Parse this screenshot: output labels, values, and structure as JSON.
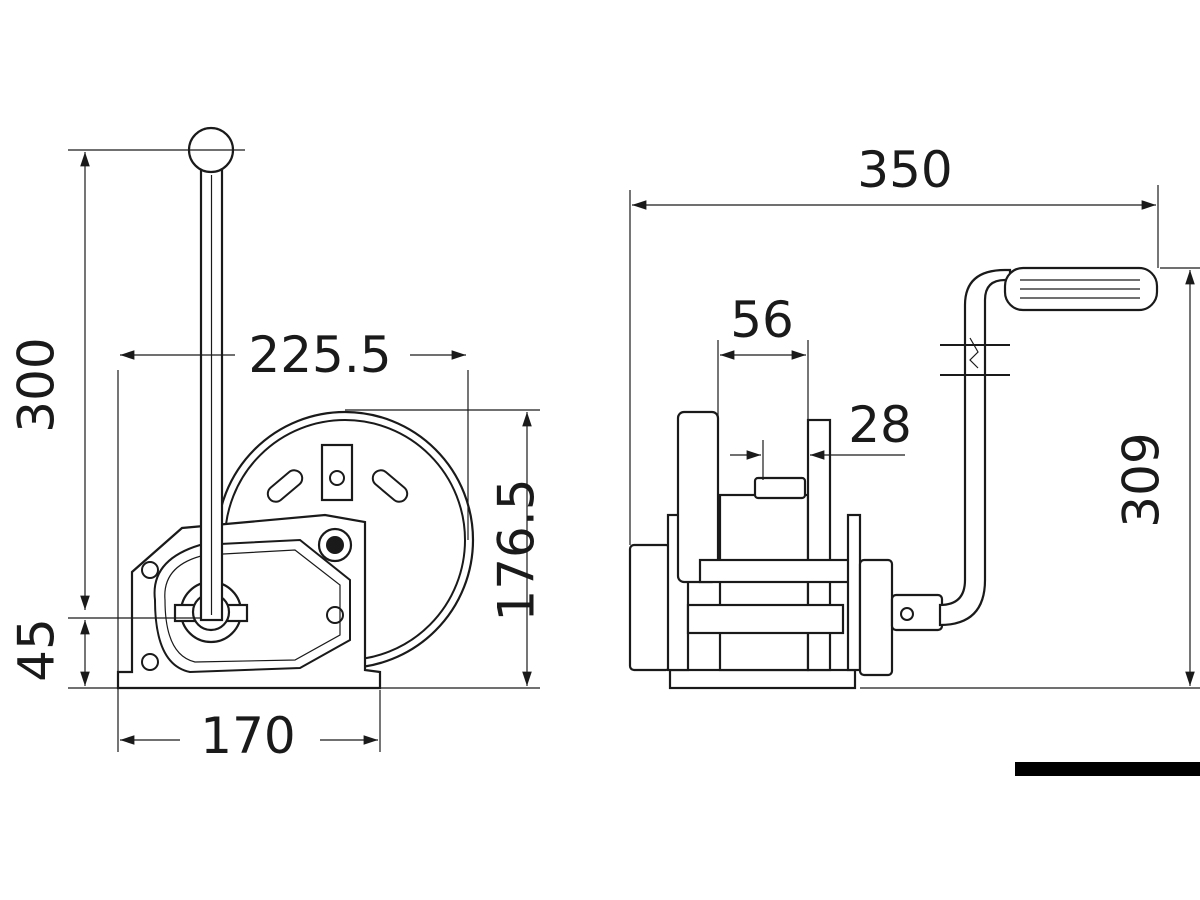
{
  "drawing": {
    "title": "Manual winch dimension drawing",
    "side_view": {
      "dimensions": {
        "height_total": "300",
        "width_drum": "225.5",
        "height_drum": "176.5",
        "axis_height": "45",
        "base_width": "170"
      }
    },
    "front_view": {
      "dimensions": {
        "total_width": "350",
        "frame_width": "56",
        "drum_width": "28",
        "handle_height": "309"
      }
    },
    "colors": {
      "line": "#1a1a1a",
      "background": "#ffffff"
    }
  }
}
